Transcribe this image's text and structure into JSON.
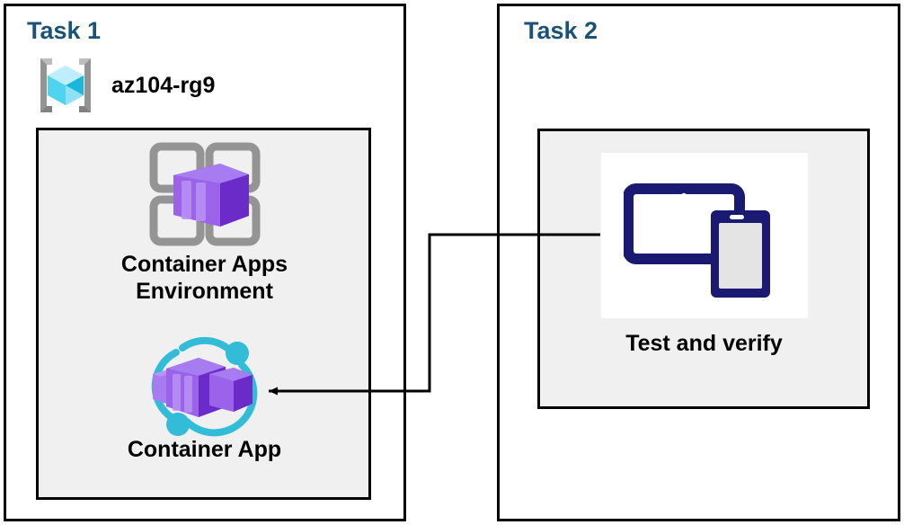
{
  "diagram": {
    "title_color": "#1b5276",
    "panel_border_color": "#000000",
    "inner_fill_color": "#f0f0f0",
    "connector_color": "#000000"
  },
  "task1": {
    "title": "Task 1",
    "resource_group": {
      "name": "az104-rg9",
      "icon": "azure-resource-group-icon",
      "bracket_color": "#949494",
      "cube_colors": [
        "#9ce8f7",
        "#32c8ea",
        "#1ab6db",
        "#bdeefa"
      ]
    },
    "nodes": [
      {
        "label": "Container Apps\nEnvironment",
        "icon": "container-apps-environment-icon",
        "grid_color": "#949494",
        "box_colors": [
          "#a67cf0",
          "#8b4ce0",
          "#6b2bc9"
        ]
      },
      {
        "label": "Container App",
        "icon": "container-app-icon",
        "arc_color": "#32bcd8",
        "box_colors": [
          "#a67cf0",
          "#8b4ce0",
          "#6b2bc9"
        ]
      }
    ]
  },
  "task2": {
    "title": "Task 2",
    "nodes": [
      {
        "label": "Test and verify",
        "icon": "devices-test-verify-icon",
        "device_color": "#1a1a72",
        "panel_bg": "#ffffff"
      }
    ]
  },
  "connector": {
    "name": "task2-to-container-app-arrow",
    "from": "Test and verify",
    "to": "Container App",
    "direction": "left",
    "style": "orthogonal-elbow"
  }
}
